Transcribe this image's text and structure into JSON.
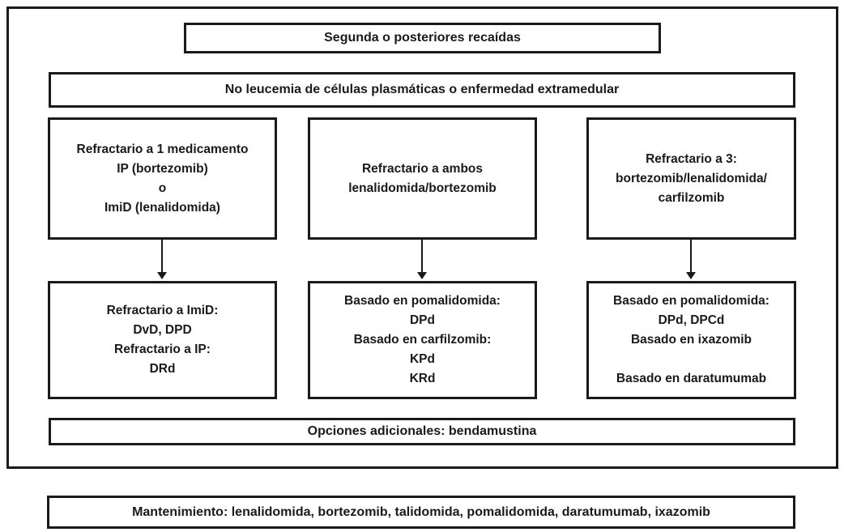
{
  "accent_color": "#1a1a1a",
  "flowchart": {
    "title": "Segunda o posteriores recaídas",
    "eligibility": "No leucemia de células plasmáticas o enfermedad extramedular",
    "columns": [
      {
        "criteria": "Refractario a 1 medicamento\nIP (bortezomib)\no\nImiD (lenalidomida)",
        "treatment": "Refractario a ImiD:\nDvD, DPD\nRefractario a IP:\nDRd"
      },
      {
        "criteria": "Refractario a ambos\nlenalidomida/bortezomib",
        "treatment": "Basado en pomalidomida:\nDPd\nBasado en carfilzomib:\nKPd\nKRd"
      },
      {
        "criteria": "Refractario a 3:\nbortezomib/lenalidomida/\ncarfilzomib",
        "treatment": "Basado en pomalidomida:\nDPd, DPCd\nBasado en ixazomib\n\nBasado en daratumumab"
      }
    ],
    "additional_options": "Opciones adicionales: bendamustina",
    "maintenance": "Mantenimiento: lenalidomida, bortezomib, talidomida, pomalidomida, daratumumab, ixazomib"
  }
}
